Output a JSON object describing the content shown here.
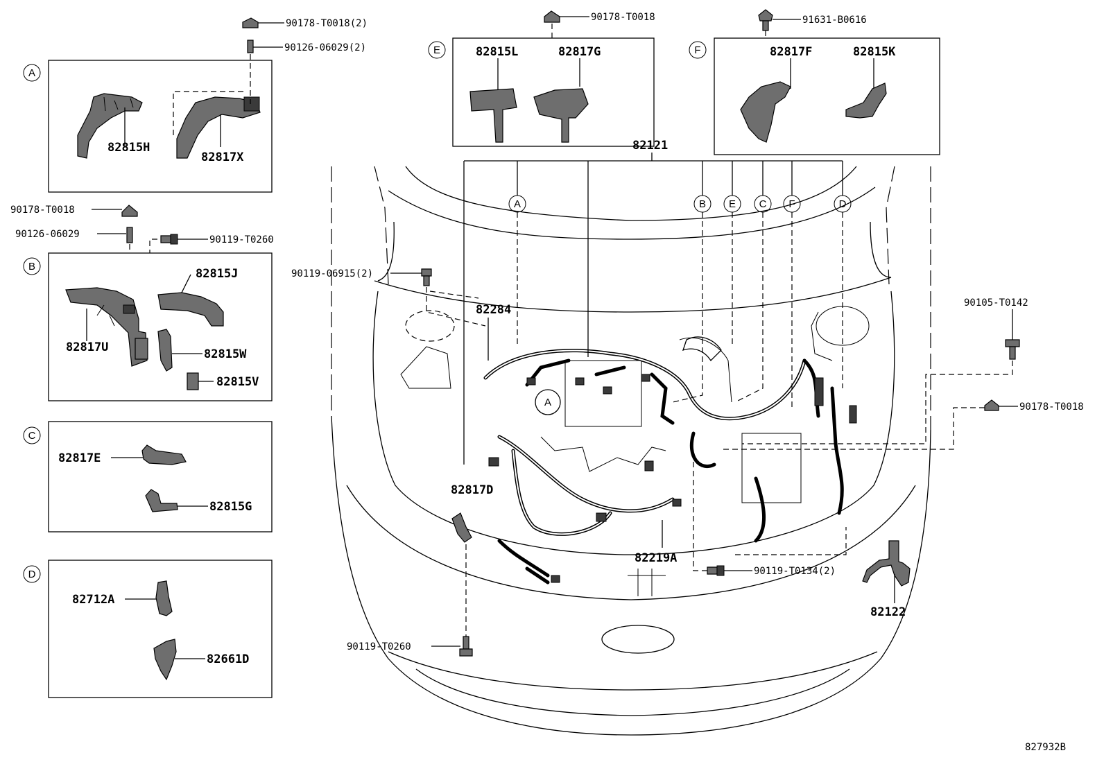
{
  "diagram_id": "827932B",
  "callout_groups": [
    "A",
    "B",
    "C",
    "D",
    "E",
    "F"
  ],
  "harness_main": "82121",
  "parts": {
    "p_90178_T0018_2": "90178-T0018(2)",
    "p_90126_06029_2": "90126-06029(2)",
    "p_82815H": "82815H",
    "p_82817X": "82817X",
    "p_90178_T0018": "90178-T0018",
    "p_90126_06029": "90126-06029",
    "p_90119_T0260": "90119-T0260",
    "p_82815J": "82815J",
    "p_82817U": "82817U",
    "p_82815W": "82815W",
    "p_82815V": "82815V",
    "p_82817E": "82817E",
    "p_82815G": "82815G",
    "p_82712A": "82712A",
    "p_82661D": "82661D",
    "p_82815L": "82815L",
    "p_82817G": "82817G",
    "p_91631_B0616": "91631-B0616",
    "p_82817F": "82817F",
    "p_82815K": "82815K",
    "p_90119_06915_2": "90119-06915(2)",
    "p_82284": "82284",
    "p_90105_T0142": "90105-T0142",
    "p_82817D": "82817D",
    "p_82219A": "82219A",
    "p_90119_T0134_2": "90119-T0134(2)",
    "p_82122": "82122"
  }
}
